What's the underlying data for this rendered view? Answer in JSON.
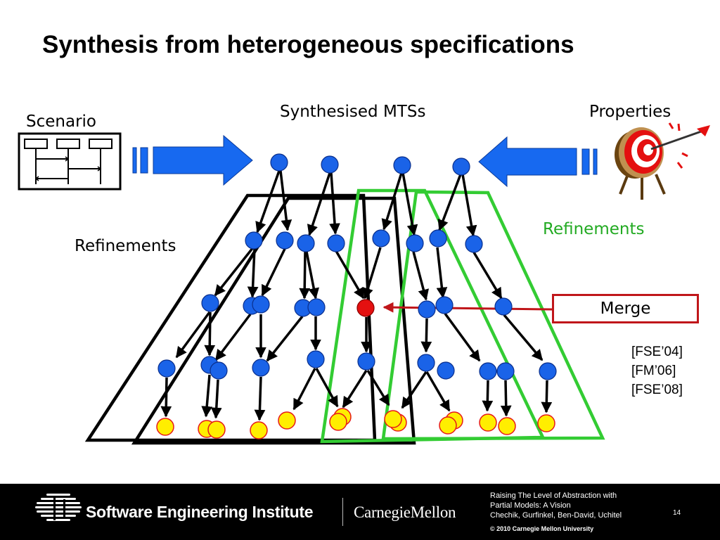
{
  "slide": {
    "title": "Synthesis from heterogeneous specifications",
    "labels": {
      "scenario": "Scenario",
      "synthesised": "Synthesised MTSs",
      "properties": "Properties",
      "refinements_left": "Refinements",
      "refinements_right": "Refinements",
      "merge": "Merge"
    },
    "references": [
      "[FSE’04]",
      "[FM’06]",
      "[FSE’08]"
    ],
    "colors": {
      "state_node": "#1a63e8",
      "merged_node": "#e41010",
      "leaf_node": "#ffee00",
      "arrow": "#1769f0",
      "left_refinement": "#000000",
      "right_refinement": "#33cc33",
      "merge_arrow": "#c0161a"
    }
  },
  "footer": {
    "org": "Software Engineering Institute",
    "university": "CarnegieMellon",
    "talk_title_lines": [
      "Raising The Level of Abstraction with",
      "Partial Models: A Vision",
      "Chechik, Gurfinkel, Ben-David, Uchitel"
    ],
    "copyright": "© 2010 Carnegie Mellon University",
    "page": "14"
  }
}
